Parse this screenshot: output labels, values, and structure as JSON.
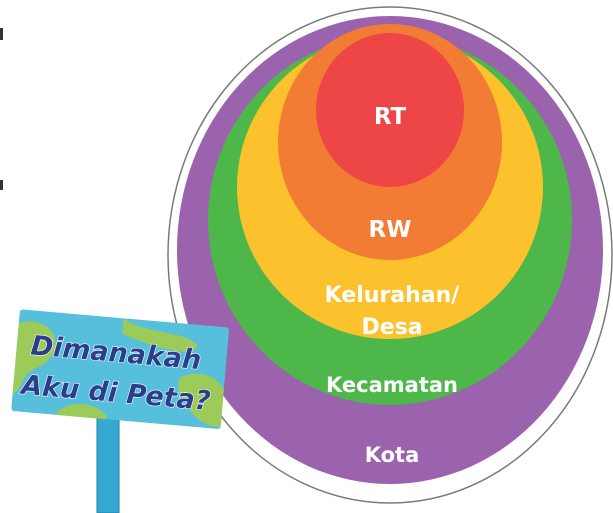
{
  "diagram": {
    "rings": [
      {
        "id": "kota",
        "label": "Kota",
        "color": "#9B62AE"
      },
      {
        "id": "kecamatan",
        "label": "Kecamatan",
        "color": "#4DB749"
      },
      {
        "id": "kelurahan",
        "label_line1": "Kelurahan/",
        "label_line2": "Desa",
        "color": "#FCC22E"
      },
      {
        "id": "rw",
        "label": "RW",
        "color": "#F37C34"
      },
      {
        "id": "rt",
        "label": "RT",
        "color": "#EE4546"
      }
    ],
    "outline_color": "#7a7a7a"
  },
  "sign": {
    "line1": "Dimanakah",
    "line2": "Aku di Peta?",
    "board_color": "#56BFDC",
    "land_color": "#9CCB5A",
    "post_color": "#35A9D2"
  }
}
